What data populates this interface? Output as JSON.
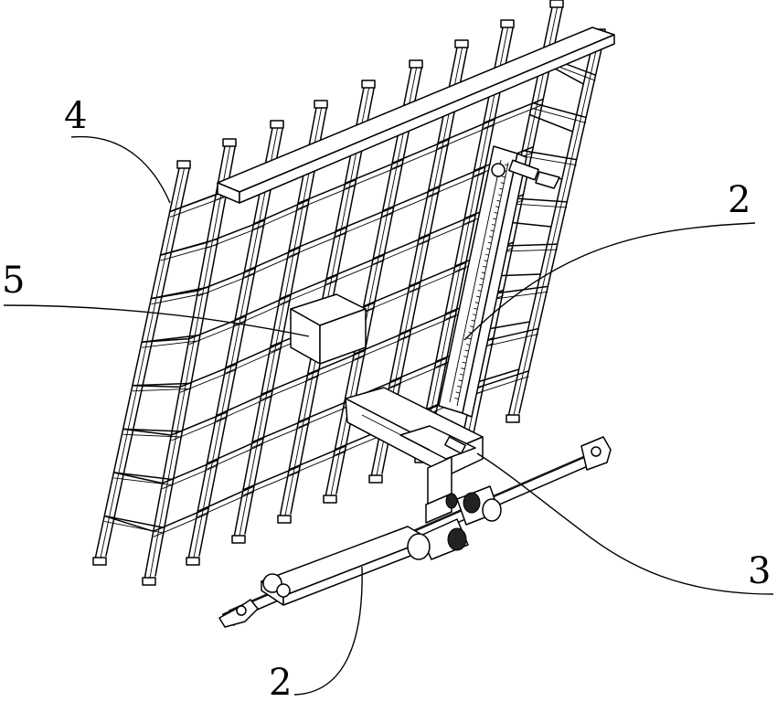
{
  "figure": {
    "callouts": [
      {
        "id": "rack",
        "label": "4"
      },
      {
        "id": "column",
        "label": "2"
      },
      {
        "id": "cargo",
        "label": "5"
      },
      {
        "id": "carriage",
        "label": "3"
      },
      {
        "id": "rail",
        "label": "2"
      }
    ]
  }
}
